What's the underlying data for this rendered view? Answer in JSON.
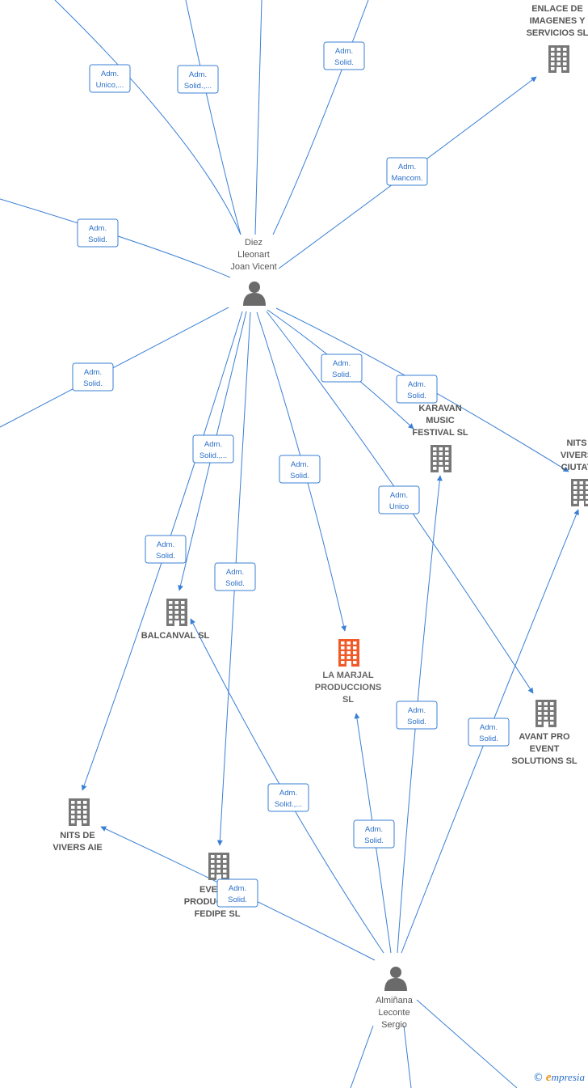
{
  "colors": {
    "edge": "#3a7fd5",
    "building": "#777777",
    "building_highlight": "#f05a28",
    "person": "#6a6a6a"
  },
  "nodes": [
    {
      "id": "diez",
      "kind": "person",
      "lines": [
        "Diez",
        "Lleonart",
        "Joan Vicent"
      ]
    },
    {
      "id": "almi",
      "kind": "person",
      "lines": [
        "Almiñana",
        "Leconte",
        "Sergio"
      ]
    },
    {
      "id": "enlace",
      "kind": "company",
      "lines": [
        "ENLACE DE",
        "IMAGENES Y",
        "SERVICIOS  SL"
      ]
    },
    {
      "id": "karavan",
      "kind": "company",
      "lines": [
        "KARAVAN",
        "MUSIC",
        "FESTIVAL  SL"
      ]
    },
    {
      "id": "nitsciutat",
      "kind": "company",
      "lines": [
        "NITS",
        "VIVERS",
        "CIUTAT"
      ]
    },
    {
      "id": "balcanval",
      "kind": "company",
      "lines": [
        "BALCANVAL  SL"
      ]
    },
    {
      "id": "marjal",
      "kind": "company",
      "highlight": true,
      "lines": [
        "LA MARJAL",
        "PRODUCCIONS",
        "SL"
      ]
    },
    {
      "id": "avant",
      "kind": "company",
      "lines": [
        "AVANT PRO",
        "EVENT",
        "SOLUTIONS  SL"
      ]
    },
    {
      "id": "nitsaie",
      "kind": "company",
      "lines": [
        "NITS DE",
        "VIVERS AIE"
      ]
    },
    {
      "id": "events",
      "kind": "company",
      "lines": [
        "EVENTS",
        "PRODUCCIONS",
        "FEDIPE  SL"
      ]
    }
  ],
  "edges": [
    {
      "id": "e1",
      "lines": [
        "Adm.",
        "Unico,..."
      ]
    },
    {
      "id": "e2",
      "lines": [
        "Adm.",
        "Solid.,..."
      ]
    },
    {
      "id": "e3",
      "lines": []
    },
    {
      "id": "e4",
      "lines": [
        "Adm.",
        "Solid."
      ]
    },
    {
      "id": "e5",
      "lines": [
        "Adm.",
        "Mancom."
      ]
    },
    {
      "id": "e6",
      "lines": [
        "Adm.",
        "Solid."
      ]
    },
    {
      "id": "e7",
      "lines": [
        "Adm.",
        "Solid."
      ]
    },
    {
      "id": "e8",
      "lines": [
        "Adm.",
        "Solid."
      ]
    },
    {
      "id": "e9",
      "lines": [
        "Adm.",
        "Solid."
      ]
    },
    {
      "id": "e10",
      "lines": [
        "Adm.",
        "Solid.,..."
      ]
    },
    {
      "id": "e11",
      "lines": [
        "Adm.",
        "Solid."
      ]
    },
    {
      "id": "e12",
      "lines": [
        "Adm.",
        "Solid."
      ]
    },
    {
      "id": "e13",
      "lines": [
        "Adm.",
        "Solid."
      ]
    },
    {
      "id": "e14",
      "lines": [
        "Adm.",
        "Unico"
      ]
    },
    {
      "id": "e15",
      "lines": [
        "Adm.",
        "Solid."
      ]
    },
    {
      "id": "e16",
      "lines": [
        "Adm.",
        "Solid."
      ]
    },
    {
      "id": "e17",
      "lines": [
        "Adm.",
        "Solid.,..."
      ]
    },
    {
      "id": "e18",
      "lines": [
        "Adm.",
        "Solid."
      ]
    },
    {
      "id": "e19",
      "lines": [
        "Adm.",
        "Solid."
      ]
    },
    {
      "id": "e20",
      "lines": []
    },
    {
      "id": "e21",
      "lines": []
    },
    {
      "id": "e22",
      "lines": []
    }
  ],
  "footer": {
    "copyright": "©",
    "brand_initial": "e",
    "brand_rest": "mpresia"
  }
}
